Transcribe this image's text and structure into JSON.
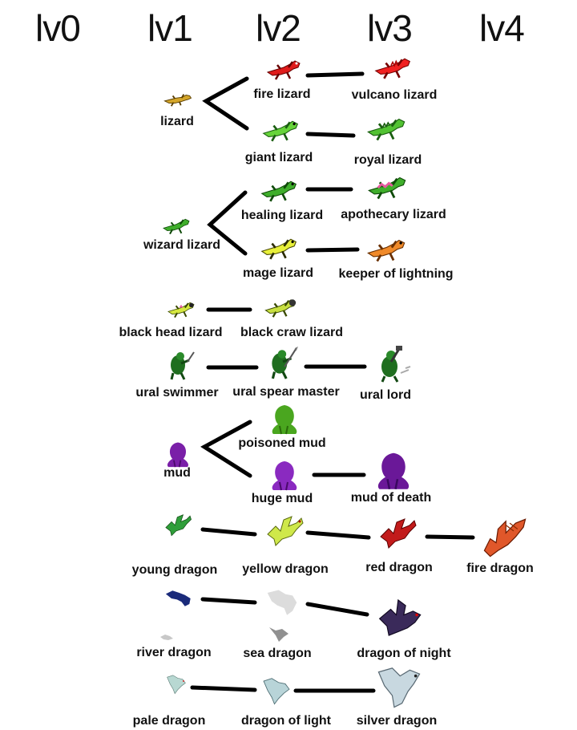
{
  "levels": [
    "lv0",
    "lv1",
    "lv2",
    "lv3",
    "lv4"
  ],
  "colors": {
    "lizard_gold": "#d4a62a",
    "fire_red": "#e01b1b",
    "green": "#3fae2b",
    "bright_green": "#67d43a",
    "pink": "#e85aa0",
    "yellow": "#e8f03a",
    "orange": "#f08a2a",
    "dark_green": "#1f6e1f",
    "mud_purple": "#7a1fa8",
    "mud_green": "#4aa61f",
    "dragon_green": "#2f9e3a",
    "dragon_yellow": "#cfe84a",
    "dragon_red": "#c21b1b",
    "fire_orange": "#e0572a",
    "river_blue": "#1a2a7a",
    "sea_grey": "#a8a8a8",
    "night_purple": "#3a2a5a",
    "pale_teal": "#b8d8d2",
    "silver": "#c8d8e0"
  },
  "creatures": {
    "lizard": "lizard",
    "fire_lizard": "fire lizard",
    "vulcano_lizard": "vulcano lizard",
    "giant_lizard": "giant lizard",
    "royal_lizard": "royal lizard",
    "wizard_lizard": "wizard lizard",
    "healing_lizard": "healing lizard",
    "apothecary_lizard": "apothecary lizard",
    "mage_lizard": "mage lizard",
    "keeper_of_lightning": "keeper of lightning",
    "black_head_lizard": "black head lizard",
    "black_craw_lizard": "black craw lizard",
    "ural_swimmer": "ural swimmer",
    "ural_spear_master": "ural spear master",
    "ural_lord": "ural lord",
    "mud": "mud",
    "poisoned_mud": "poisoned mud",
    "huge_mud": "huge mud",
    "mud_of_death": "mud of death",
    "young_dragon": "young dragon",
    "yellow_dragon": "yellow dragon",
    "red_dragon": "red dragon",
    "fire_dragon": "fire dragon",
    "river_dragon": "river dragon",
    "sea_dragon": "sea dragon",
    "dragon_of_night": "dragon of night",
    "pale_dragon": "pale dragon",
    "dragon_of_light": "dragon of light",
    "silver_dragon": "silver dragon"
  },
  "evolutions": [
    [
      "lizard",
      "fire_lizard"
    ],
    [
      "lizard",
      "giant_lizard"
    ],
    [
      "fire_lizard",
      "vulcano_lizard"
    ],
    [
      "giant_lizard",
      "royal_lizard"
    ],
    [
      "wizard_lizard",
      "healing_lizard"
    ],
    [
      "wizard_lizard",
      "mage_lizard"
    ],
    [
      "healing_lizard",
      "apothecary_lizard"
    ],
    [
      "mage_lizard",
      "keeper_of_lightning"
    ],
    [
      "black_head_lizard",
      "black_craw_lizard"
    ],
    [
      "ural_swimmer",
      "ural_spear_master"
    ],
    [
      "ural_spear_master",
      "ural_lord"
    ],
    [
      "mud",
      "poisoned_mud"
    ],
    [
      "mud",
      "huge_mud"
    ],
    [
      "huge_mud",
      "mud_of_death"
    ],
    [
      "young_dragon",
      "yellow_dragon"
    ],
    [
      "yellow_dragon",
      "red_dragon"
    ],
    [
      "red_dragon",
      "fire_dragon"
    ],
    [
      "river_dragon",
      "sea_dragon"
    ],
    [
      "sea_dragon",
      "dragon_of_night"
    ],
    [
      "pale_dragon",
      "dragon_of_light"
    ],
    [
      "dragon_of_light",
      "silver_dragon"
    ]
  ]
}
